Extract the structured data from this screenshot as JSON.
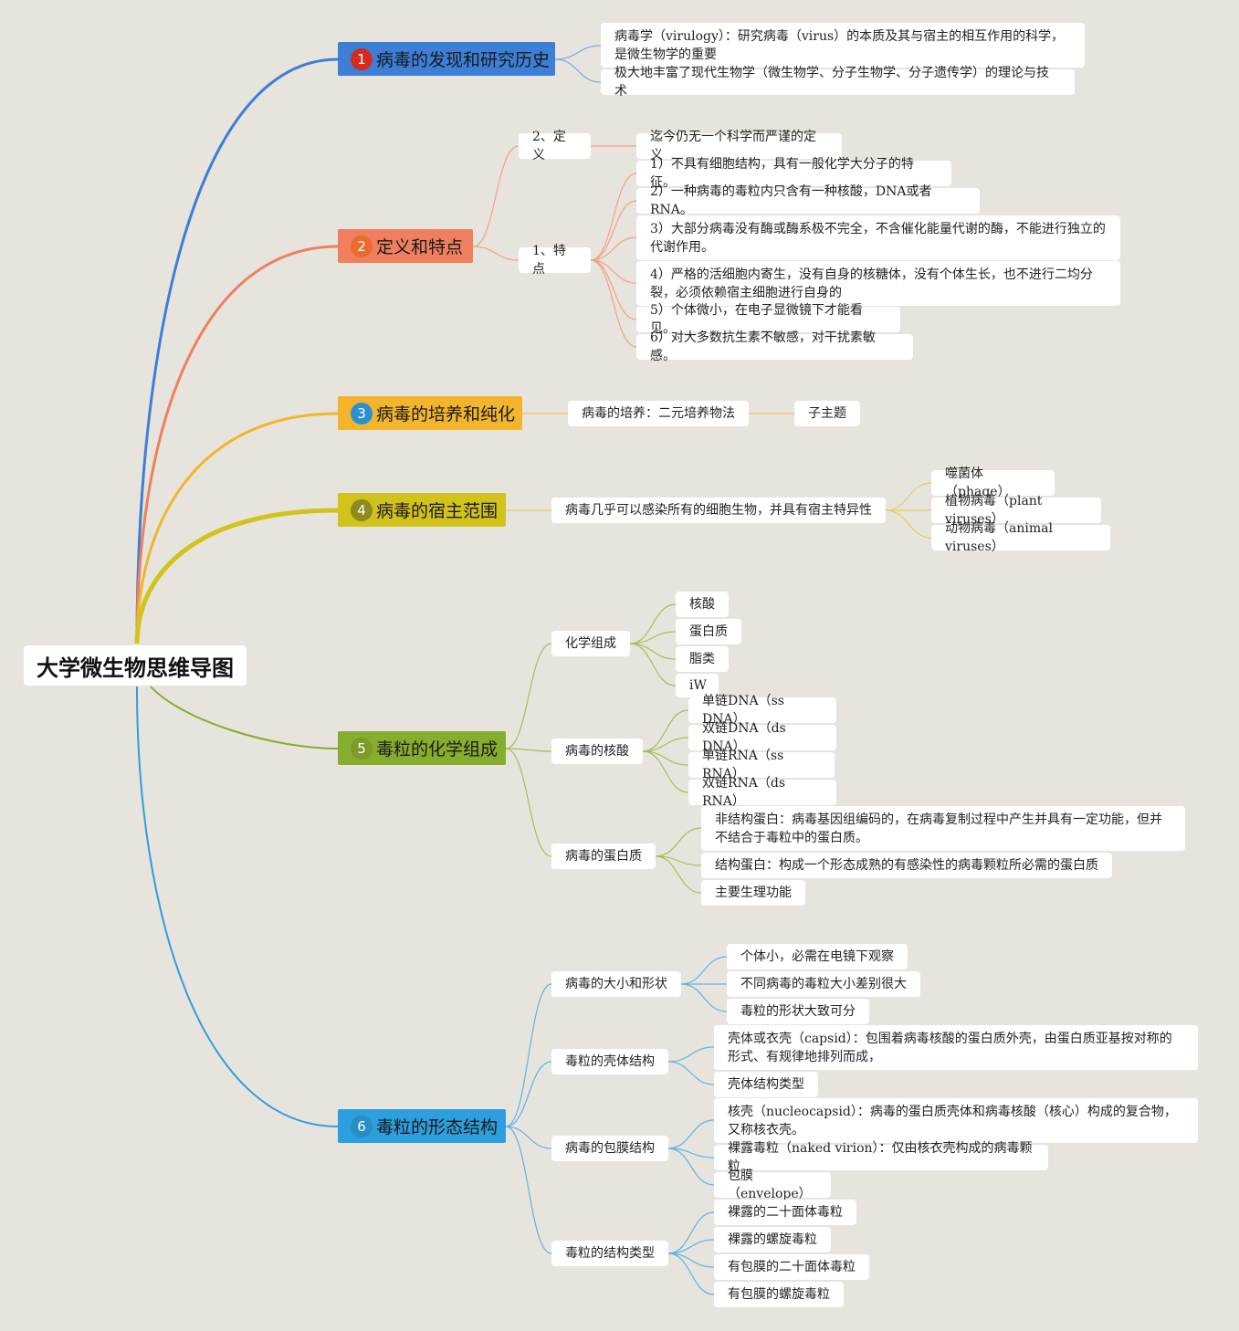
{
  "root": {
    "label": "大学微生物思维导图"
  },
  "branches": [
    {
      "number": "1",
      "label": "病毒的发现和研究历史",
      "color": "#3d7fd6"
    },
    {
      "number": "2",
      "label": "定义和特点",
      "color": "#ef7f5f"
    },
    {
      "number": "3",
      "label": "病毒的培养和纯化",
      "color": "#f2b52c"
    },
    {
      "number": "4",
      "label": "病毒的宿主范围",
      "color": "#d1c21c"
    },
    {
      "number": "5",
      "label": "毒粒的化学组成",
      "color": "#86ad2d"
    },
    {
      "number": "6",
      "label": "毒粒的形态结构",
      "color": "#2c9fde"
    }
  ],
  "nodes": {
    "b1": {
      "virology": "病毒学（virulogy）：研究病毒（virus）的本质及其与宿主的相互作用的科学，是微生物学的重要",
      "enrich": "极大地丰富了现代生物学（微生物学、分子生物学、分子遗传学）的理论与技术"
    },
    "b2": {
      "definition": "2、定义",
      "definition_text": "迄今仍无一个科学而严谨的定义",
      "features": "1、特点",
      "f1": "1）不具有细胞结构，具有一般化学大分子的特征。",
      "f2": "2）一种病毒的毒粒内只含有一种核酸，DNA或者RNA。",
      "f3": "3）大部分病毒没有酶或酶系极不完全，不含催化能量代谢的酶，不能进行独立的代谢作用。",
      "f4": "4）严格的活细胞内寄生，没有自身的核糖体，没有个体生长，也不进行二均分裂，必须依赖宿主细胞进行自身的",
      "f5": "5）个体微小，在电子显微镜下才能看见。",
      "f6": "6）对大多数抗生素不敏感，对干扰素敏感。"
    },
    "b3": {
      "culture": "病毒的培养：二元培养物法",
      "subtopic": "子主题"
    },
    "b4": {
      "host": "病毒几乎可以感染所有的细胞生物，并具有宿主特异性",
      "phage": "噬菌体（phage）",
      "plant": "植物病毒（plant viruses）",
      "animal": "动物病毒（animal viruses）"
    },
    "b5": {
      "chem": "化学组成",
      "nucleic": "核酸",
      "protein": "蛋白质",
      "lipid": "脂类",
      "iw": "iW",
      "virus_na": "病毒的核酸",
      "ssdna": "单链DNA（ss DNA）",
      "dsdna": "双链DNA（ds DNA）",
      "ssrna": "单链RNA（ss RNA）",
      "dsrna": "双链RNA（ds RNA）",
      "virus_prot": "病毒的蛋白质",
      "nonstruct": "非结构蛋白：病毒基因组编码的，在病毒复制过程中产生并具有一定功能，但并不结合于毒粒中的蛋白质。",
      "struct": "结构蛋白：构成一个形态成熟的有感染性的病毒颗粒所必需的蛋白质",
      "mainfunc": "主要生理功能"
    },
    "b6": {
      "size": "病毒的大小和形状",
      "s1": "个体小，必需在电镜下观察",
      "s2": "不同病毒的毒粒大小差别很大",
      "s3": "毒粒的形状大致可分",
      "capsid_struct": "毒粒的壳体结构",
      "capsid": "壳体或衣壳（capsid）：包围着病毒核酸的蛋白质外壳，由蛋白质亚基按对称的形式、有规律地排列而成，",
      "capsid_type": "壳体结构类型",
      "envelope_struct": "病毒的包膜结构",
      "nucleocapsid": "核壳（nucleocapsid）：病毒的蛋白质壳体和病毒核酸（核心）构成的复合物，又称核衣壳。",
      "naked": "裸露毒粒（naked virion）：仅由核衣壳构成的病毒颗粒",
      "envelope": "包膜（envelope）",
      "types": "毒粒的结构类型",
      "t1": "裸露的二十面体毒粒",
      "t2": "裸露的螺旋毒粒",
      "t3": "有包膜的二十面体毒粒",
      "t4": "有包膜的螺旋毒粒"
    }
  }
}
